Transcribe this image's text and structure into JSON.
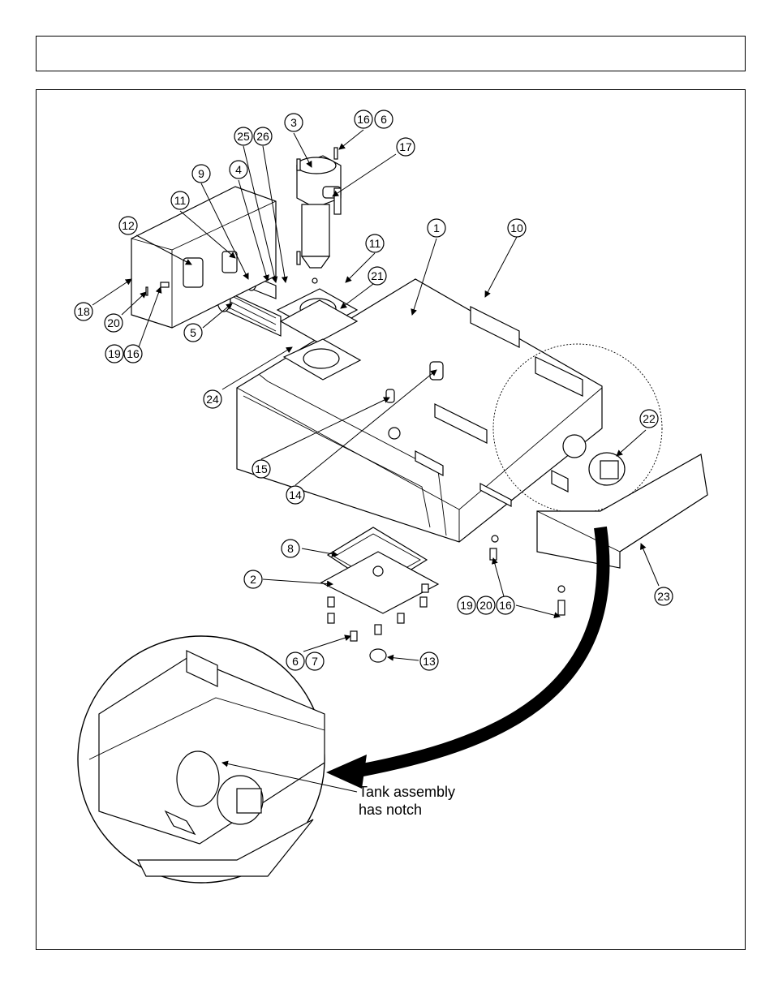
{
  "header": {
    "title": ""
  },
  "diagram": {
    "callouts": [
      "1",
      "2",
      "3",
      "4",
      "5",
      "6",
      "7",
      "8",
      "9",
      "10",
      "11",
      "12",
      "13",
      "14",
      "15",
      "16",
      "17",
      "18",
      "19",
      "20",
      "21",
      "22",
      "23",
      "24",
      "25",
      "26"
    ],
    "note": {
      "line1": "Tank assembly",
      "line2": "has notch"
    }
  }
}
